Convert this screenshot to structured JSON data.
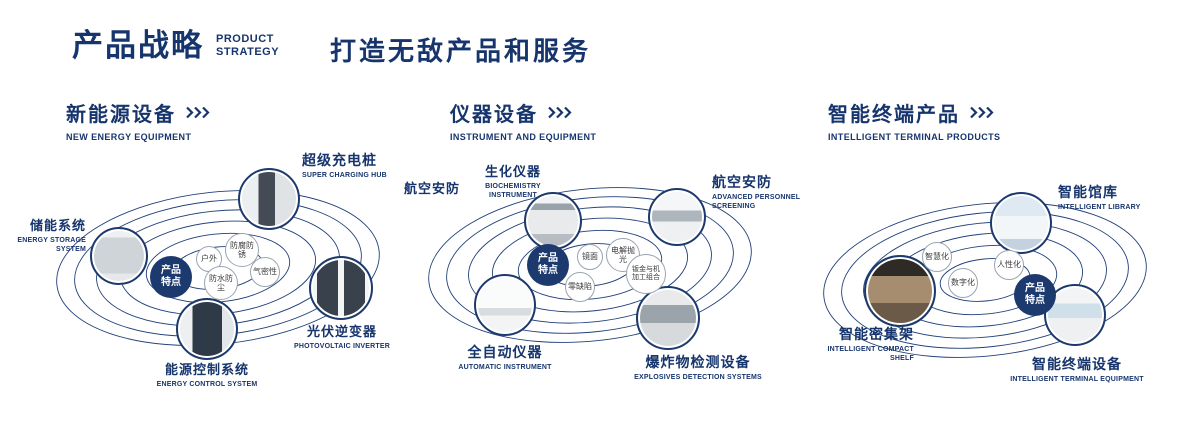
{
  "page": {
    "background": "#ffffff",
    "accent": "#17356d"
  },
  "header": {
    "title": "产品战略",
    "subtitle_top": "PRODUCT",
    "subtitle_bottom": "STRATEGY",
    "tagline": "打造无敌产品和服务"
  },
  "sections": [
    {
      "title": "新能源设备",
      "subtitle": "NEW ENERGY EQUIPMENT",
      "center_label": "产品特点",
      "features": [
        {
          "label": "户外"
        },
        {
          "label": "防腐防锈"
        },
        {
          "label": "气密性"
        },
        {
          "label": "防水防尘"
        }
      ],
      "products": [
        {
          "name": "储能系统",
          "en": "ENERGY STORAGE SYSTEM"
        },
        {
          "name": "超级充电桩",
          "en": "SUPER CHARGING HUB"
        },
        {
          "name": "光伏逆变器",
          "en": "PHOTOVOLTAIC INVERTER"
        },
        {
          "name": "能源控制系统",
          "en": "ENERGY CONTROL SYSTEM"
        }
      ]
    },
    {
      "title": "仪器设备",
      "subtitle": "INSTRUMENT AND EQUIPMENT",
      "center_label": "产品特点",
      "aux_label": "航空安防",
      "features": [
        {
          "label": "镜面"
        },
        {
          "label": "电解抛光"
        },
        {
          "label": "零缺陷"
        },
        {
          "label": "钣金与机加工组合"
        }
      ],
      "products": [
        {
          "name": "生化仪器",
          "en": "BIOCHEMISTRY INSTRUMENT"
        },
        {
          "name": "航空安防",
          "en": "ADVANCED PERSONNEL SCREENING"
        },
        {
          "name": "全自动仪器",
          "en": "AUTOMATIC INSTRUMENT"
        },
        {
          "name": "爆炸物检测设备",
          "en": "EXPLOSIVES DETECTION SYSTEMS"
        }
      ]
    },
    {
      "title": "智能终端产品",
      "subtitle": "INTELLIGENT TERMINAL PRODUCTS",
      "center_label": "产品特点",
      "features": [
        {
          "label": "智慧化"
        },
        {
          "label": "人性化"
        },
        {
          "label": "数字化"
        }
      ],
      "products": [
        {
          "name": "智能馆库",
          "en": "INTELLIGENT LIBRARY"
        },
        {
          "name": "智能密集架",
          "en": "INTELLIGENT COMPACT SHELF"
        },
        {
          "name": "智能终端设备",
          "en": "INTELLIGENT TERMINAL EQUIPMENT"
        }
      ]
    }
  ]
}
